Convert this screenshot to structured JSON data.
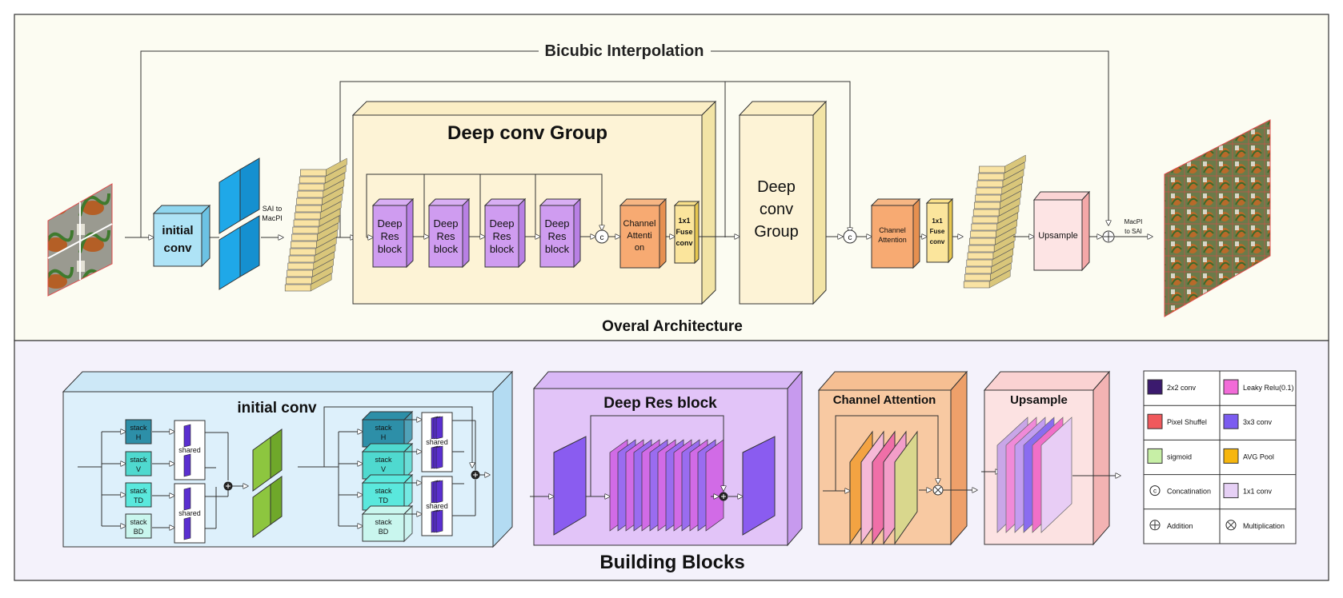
{
  "top": {
    "caption": "Overal Architecture",
    "bicubic": "Bicubic Interpolation",
    "initial_conv": [
      "initial",
      "conv"
    ],
    "sai_to_macpi": [
      "SAI to",
      "MacPI"
    ],
    "group_title": "Deep conv Group",
    "res_block": [
      "Deep",
      "Res",
      "block"
    ],
    "channel_attention": [
      "Channel",
      "Attenti",
      "on"
    ],
    "fuse_conv": [
      "1x1",
      "Fuse",
      "conv"
    ],
    "group2": [
      "Deep",
      "conv",
      "Group"
    ],
    "concat": "c",
    "channel_attention_small": [
      "Channel",
      "Attention"
    ],
    "upsample": "Upsample",
    "macpi_to_sai": [
      "MacPI",
      "to SAI"
    ]
  },
  "bottom": {
    "caption": "Building Blocks",
    "initial_conv": {
      "title": "initial conv",
      "stacks": [
        [
          "stack",
          "H"
        ],
        [
          "stack",
          "V"
        ],
        [
          "stack",
          "TD"
        ],
        [
          "stack",
          "BD"
        ]
      ],
      "shared": "shared"
    },
    "res_block": {
      "title": "Deep Res block"
    },
    "channel_attention": {
      "title": "Channel Attention"
    },
    "upsample": {
      "title": "Upsample"
    }
  },
  "legend": [
    {
      "label": "2x2 conv",
      "color": "#3b1a6e",
      "kind": "swatch"
    },
    {
      "label": "Leaky Relu(0.1)",
      "color": "#f26bd8",
      "kind": "swatch"
    },
    {
      "label": "Pixel Shuffel",
      "color": "#f0595c",
      "kind": "swatch"
    },
    {
      "label": "3x3 conv",
      "color": "#7b5cf0",
      "kind": "swatch"
    },
    {
      "label": "sigmoid",
      "color": "#c7efa6",
      "kind": "swatch"
    },
    {
      "label": "AVG Pool",
      "color": "#f6b60e",
      "kind": "swatch"
    },
    {
      "label": "Concatination",
      "kind": "concat"
    },
    {
      "label": "1x1 conv",
      "color": "#e6d0f5",
      "kind": "swatch"
    },
    {
      "label": "Addition",
      "kind": "add"
    },
    {
      "label": "Multiplication",
      "kind": "mult"
    }
  ]
}
